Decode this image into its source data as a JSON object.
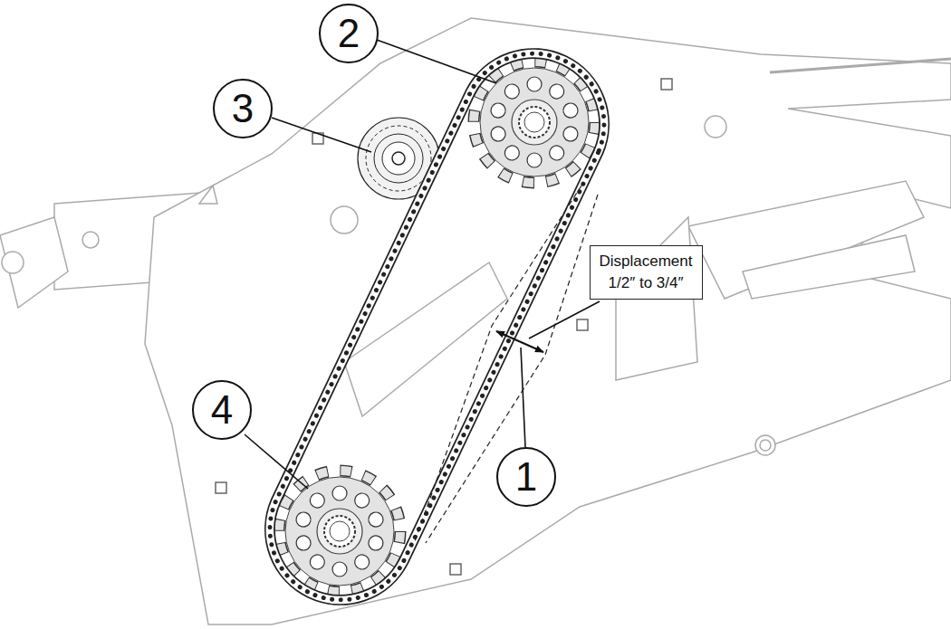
{
  "diagram": {
    "nodes": [
      {
        "text": [
          "2"
        ]
      },
      {
        "text": [
          "3"
        ]
      },
      {
        "text": [
          "Displacement",
          "1/2″ to 3/4″"
        ]
      },
      {
        "text": [
          "4"
        ]
      },
      {
        "text": [
          "1"
        ]
      }
    ]
  }
}
